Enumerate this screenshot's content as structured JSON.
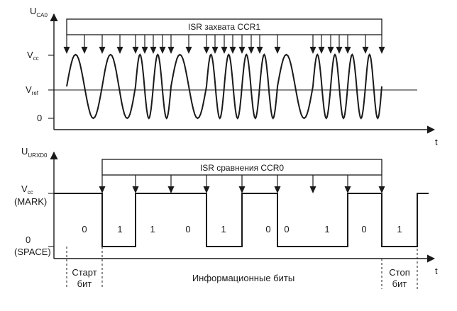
{
  "top": {
    "y_axis_label": "U",
    "y_axis_sub": "CA0",
    "t_label": "t",
    "level_vcc": "V",
    "level_vcc_sub": "cc",
    "level_vref": "V",
    "level_vref_sub": "ref",
    "level_zero": "0",
    "isr_label": "ISR захвата CCR1"
  },
  "bottom": {
    "y_axis_label": "U",
    "y_axis_sub": "URXD0",
    "t_label": "t",
    "level_vcc": "V",
    "level_vcc_sub": "cc",
    "level_mark": "(MARK)",
    "level_zero": "0",
    "level_space": "(SPACE)",
    "isr_label": "ISR сравнения CCR0",
    "bits": [
      "0",
      "1",
      "1",
      "0",
      "1",
      "0",
      "0",
      "1",
      "0",
      "1"
    ],
    "start_label_1": "Старт",
    "start_label_2": "бит",
    "data_label": "Информационные биты",
    "stop_label_1": "Стоп",
    "stop_label_2": "бит"
  },
  "signal": {
    "levels": [
      1,
      1,
      0,
      1,
      1,
      0,
      1,
      0,
      0,
      1,
      0,
      1,
      1
    ],
    "sine_cycles_per_bit": [
      1,
      1,
      2,
      2,
      2,
      1,
      1,
      2,
      2,
      2,
      1,
      2,
      2,
      1,
      1
    ]
  }
}
